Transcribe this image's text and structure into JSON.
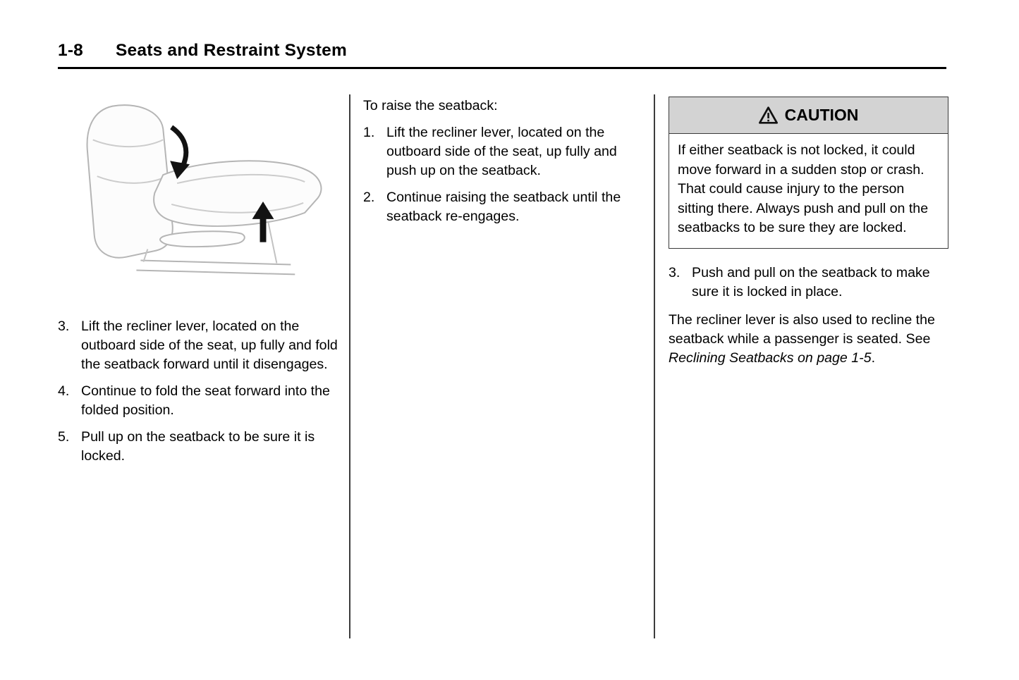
{
  "page": {
    "number": "1-8",
    "title": "Seats and Restraint System"
  },
  "colors": {
    "caution_header_bg": "#d3d3d3",
    "rule": "#000000"
  },
  "icons": {
    "warning_triangle": "warning-triangle-icon",
    "fold_arrow": "fold-arrow-icon",
    "up_arrow": "up-arrow-icon"
  },
  "left_column": {
    "steps": [
      {
        "num": "3.",
        "text": "Lift the recliner lever, located on the outboard side of the seat, up fully and fold the seatback forward until it disengages."
      },
      {
        "num": "4.",
        "text": "Continue to fold the seat forward into the folded position."
      },
      {
        "num": "5.",
        "text": "Pull up on the seatback to be sure it is locked."
      }
    ]
  },
  "middle_column": {
    "intro": "To raise the seatback:",
    "steps": [
      {
        "num": "1.",
        "text": "Lift the recliner lever, located on the outboard side of the seat, up fully and push up on the seatback."
      },
      {
        "num": "2.",
        "text": "Continue raising the seatback until the seatback re-engages."
      }
    ]
  },
  "right_column": {
    "caution": {
      "title": "CAUTION",
      "body": "If either seatback is not locked, it could move forward in a sudden stop or crash. That could cause injury to the person sitting there. Always push and pull on the seatbacks to be sure they are locked."
    },
    "steps": [
      {
        "num": "3.",
        "text": "Push and pull on the seatback to make sure it is locked in place."
      }
    ],
    "note": {
      "normal": "The recliner lever is also used to recline the seatback while a passenger is seated. See ",
      "italic": "Reclining Seatbacks on page 1-5",
      "suffix": "."
    }
  }
}
